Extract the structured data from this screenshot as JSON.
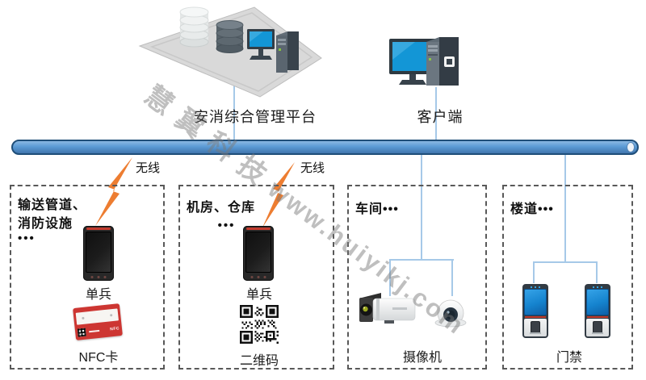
{
  "watermark": {
    "cn": "慧翼科技",
    "url": "www.huiyikj.com"
  },
  "platform": {
    "label": "安消综合管理平台"
  },
  "client": {
    "label": "客户端"
  },
  "network": {
    "wireless_label": "无线"
  },
  "zones": [
    {
      "title1": "输送管道、",
      "title2": "消防设施",
      "dots": "•••",
      "phone_label": "单兵",
      "tag_label": "NFC卡",
      "card_text": "NFC"
    },
    {
      "title1": "机房、仓库",
      "dots": "•••",
      "phone_label": "单兵",
      "tag_label": "二维码"
    },
    {
      "title1": "车间•••",
      "device_label": "摄像机"
    },
    {
      "title1": "楼道•••",
      "device_label": "门禁"
    }
  ],
  "colors": {
    "bus_fill": "#5B9BD5",
    "bus_border": "#1F4E79",
    "connector_blue": "#A6C9E8",
    "lightning_orange": "#ED7D31",
    "screen_blue": "#1396D6",
    "card_red": "#CD3632",
    "watermark_gray": "#7A7A7A"
  }
}
